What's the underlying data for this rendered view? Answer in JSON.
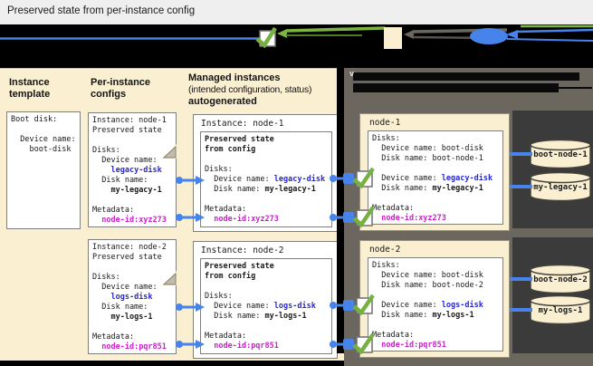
{
  "title_bar": {
    "title": "Preserved state from per-instance config"
  },
  "colors": {
    "accent_blue": "#4683ea",
    "text_blue": "#2727d4",
    "text_magenta": "#cb20cb",
    "check_green": "#76b041",
    "panel_beige": "#faefd1",
    "panel_gray": "#6b675f",
    "panel_dark": "#3b3b3b"
  },
  "left_panel": {
    "col1_header": [
      "Instance",
      "template"
    ],
    "col2_header": [
      "Per-instance",
      "configs"
    ],
    "col3_header": {
      "line1": "Managed instances",
      "line2": "(intended configuration, status)",
      "line3": "autogenerated"
    },
    "template_box": {
      "lines": [
        [
          {
            "t": "Boot disk:"
          }
        ],
        [],
        [
          {
            "t": "  Device name:"
          }
        ],
        [
          {
            "t": "    boot-disk"
          }
        ]
      ]
    },
    "config_boxes": [
      {
        "lines": [
          [
            {
              "t": "Instance: node-1"
            }
          ],
          [
            {
              "t": "Preserved state"
            }
          ],
          [],
          [
            {
              "t": "Disks:"
            }
          ],
          [
            {
              "t": "  Device name:"
            }
          ],
          [
            {
              "t": "    "
            },
            {
              "t": "legacy-disk",
              "s": "blue"
            }
          ],
          [
            {
              "t": "  Disk name:"
            }
          ],
          [
            {
              "t": "    "
            },
            {
              "t": "my-legacy-1",
              "s": "b"
            }
          ],
          [],
          [
            {
              "t": "Metadata:"
            }
          ],
          [
            {
              "t": "  "
            },
            {
              "t": "node-id:xyz273",
              "s": "mag"
            }
          ]
        ]
      },
      {
        "lines": [
          [
            {
              "t": "Instance: node-2"
            }
          ],
          [
            {
              "t": "Preserved state"
            }
          ],
          [],
          [
            {
              "t": "Disks:"
            }
          ],
          [
            {
              "t": "  Device name:"
            }
          ],
          [
            {
              "t": "    "
            },
            {
              "t": "logs-disk",
              "s": "blue"
            }
          ],
          [
            {
              "t": "  Disk name:"
            }
          ],
          [
            {
              "t": "    "
            },
            {
              "t": "my-logs-1",
              "s": "b"
            }
          ],
          [],
          [
            {
              "t": "Metadata:"
            }
          ],
          [
            {
              "t": "  "
            },
            {
              "t": "node-id:pqr851",
              "s": "mag"
            }
          ]
        ]
      }
    ],
    "managed_boxes": [
      {
        "label": "Instance: node-1",
        "lines": [
          [
            {
              "t": "Preserved state",
              "s": "b"
            }
          ],
          [
            {
              "t": "from config",
              "s": "b"
            }
          ],
          [],
          [
            {
              "t": "Disks:"
            }
          ],
          [
            {
              "t": "  Device name: "
            },
            {
              "t": "legacy-disk",
              "s": "blue"
            }
          ],
          [
            {
              "t": "  Disk name: "
            },
            {
              "t": "my-legacy-1",
              "s": "b"
            }
          ],
          [],
          [
            {
              "t": "Metadata:"
            }
          ],
          [
            {
              "t": "  "
            },
            {
              "t": "node-id:xyz273",
              "s": "mag"
            }
          ]
        ]
      },
      {
        "label": "Instance: node-2",
        "lines": [
          [
            {
              "t": "Preserved state",
              "s": "b"
            }
          ],
          [
            {
              "t": "from config",
              "s": "b"
            }
          ],
          [],
          [
            {
              "t": "Disks:"
            }
          ],
          [
            {
              "t": "  Device name: "
            },
            {
              "t": "logs-disk",
              "s": "blue"
            }
          ],
          [
            {
              "t": "  Disk name: "
            },
            {
              "t": "my-logs-1",
              "s": "b"
            }
          ],
          [],
          [
            {
              "t": "Metadata:"
            }
          ],
          [
            {
              "t": "  "
            },
            {
              "t": "node-id:pqr851",
              "s": "mag"
            }
          ]
        ]
      }
    ]
  },
  "vm_panel": {
    "header_hint": "v",
    "nodes": [
      {
        "label": "node-1",
        "lines": [
          [
            {
              "t": "Disks:"
            }
          ],
          [
            {
              "t": "  Device name: boot-disk"
            }
          ],
          [
            {
              "t": "  Disk name: boot-node-1"
            }
          ],
          [],
          [
            {
              "t": "  Device name: "
            },
            {
              "t": "legacy-disk",
              "s": "blue"
            }
          ],
          [
            {
              "t": "  Disk name: "
            },
            {
              "t": "my-legacy-1",
              "s": "b"
            }
          ],
          [],
          [
            {
              "t": "Metadata:"
            }
          ],
          [
            {
              "t": "  "
            },
            {
              "t": "node-id:xyz273",
              "s": "mag"
            }
          ]
        ]
      },
      {
        "label": "node-2",
        "lines": [
          [
            {
              "t": "Disks:"
            }
          ],
          [
            {
              "t": "  Device name: boot-disk"
            }
          ],
          [
            {
              "t": "  Disk name: boot-node-2"
            }
          ],
          [],
          [
            {
              "t": "  Device name: "
            },
            {
              "t": "logs-disk",
              "s": "blue"
            }
          ],
          [
            {
              "t": "  Disk name: "
            },
            {
              "t": "my-logs-1",
              "s": "b"
            }
          ],
          [],
          [
            {
              "t": "Metadata:"
            }
          ],
          [
            {
              "t": "  "
            },
            {
              "t": "node-id:pqr851",
              "s": "mag"
            }
          ]
        ]
      }
    ],
    "disks": [
      {
        "label": "boot-node-1"
      },
      {
        "label": "my-legacy-1"
      },
      {
        "label": "boot-node-2"
      },
      {
        "label": "my-logs-1"
      }
    ]
  }
}
